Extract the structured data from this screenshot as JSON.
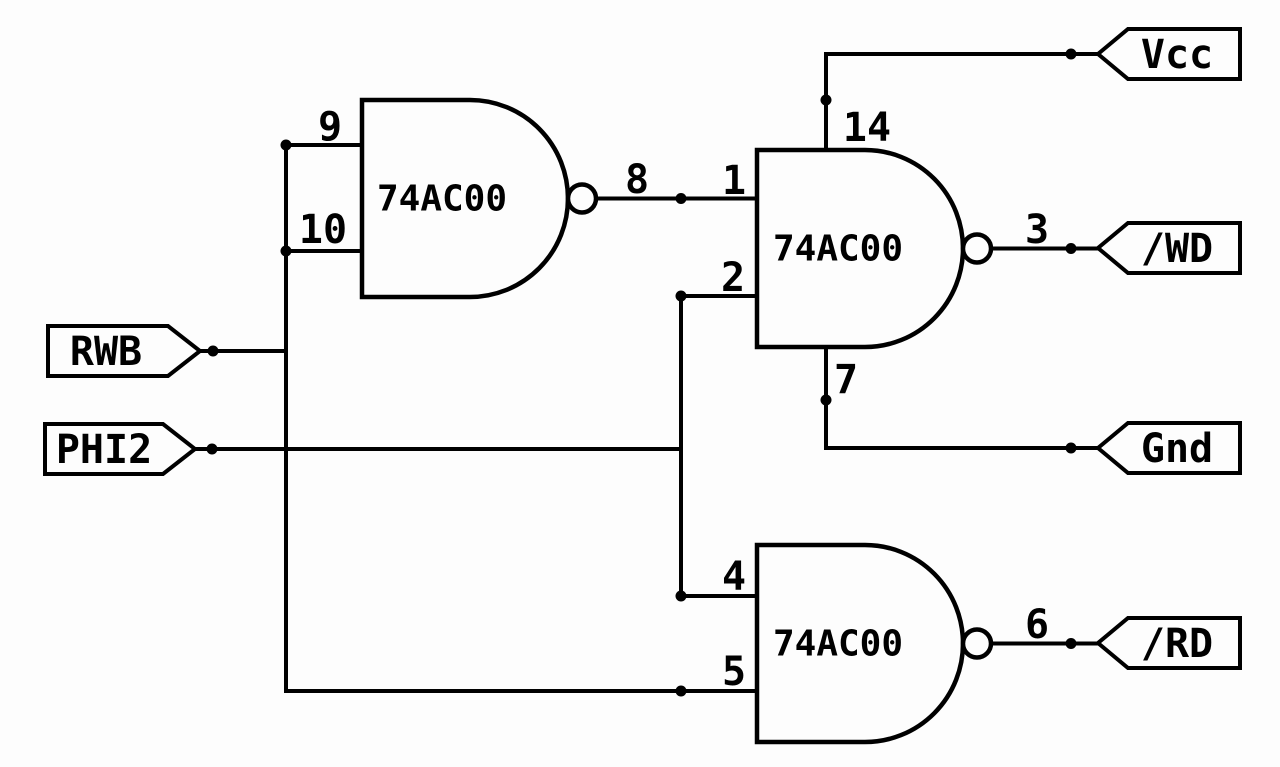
{
  "schematic": {
    "colors": {
      "wire": "#000000",
      "background": "#fdfdfd"
    },
    "gates": {
      "top": {
        "part": "74AC00",
        "pin_in_a": "9",
        "pin_in_b": "10",
        "pin_out": "8"
      },
      "middle": {
        "part": "74AC00",
        "pin_in_a": "1",
        "pin_in_b": "2",
        "pin_out": "3",
        "pin_vcc": "14",
        "pin_gnd": "7"
      },
      "bottom": {
        "part": "74AC00",
        "pin_in_a": "4",
        "pin_in_b": "5",
        "pin_out": "6"
      }
    },
    "terminals": {
      "rwb": "RWB",
      "phi2": "PHI2",
      "vcc": "Vcc",
      "wd": "/WD",
      "gnd": "Gnd",
      "rd": "/RD"
    },
    "nets": [
      {
        "name": "RWB",
        "connects": [
          "terminal RWB",
          "gate top pin 9",
          "gate top pin 10",
          "gate bottom pin 5"
        ]
      },
      {
        "name": "PHI2",
        "connects": [
          "terminal PHI2",
          "gate middle pin 2",
          "gate bottom pin 4"
        ]
      },
      {
        "name": "pin8",
        "connects": [
          "gate top pin 8",
          "gate middle pin 1"
        ]
      },
      {
        "name": "/WD",
        "connects": [
          "gate middle pin 3",
          "terminal /WD"
        ]
      },
      {
        "name": "/RD",
        "connects": [
          "gate bottom pin 6",
          "terminal /RD"
        ]
      },
      {
        "name": "Vcc",
        "connects": [
          "gate middle pin 14",
          "terminal Vcc"
        ]
      },
      {
        "name": "Gnd",
        "connects": [
          "gate middle pin 7",
          "terminal Gnd"
        ]
      }
    ]
  }
}
